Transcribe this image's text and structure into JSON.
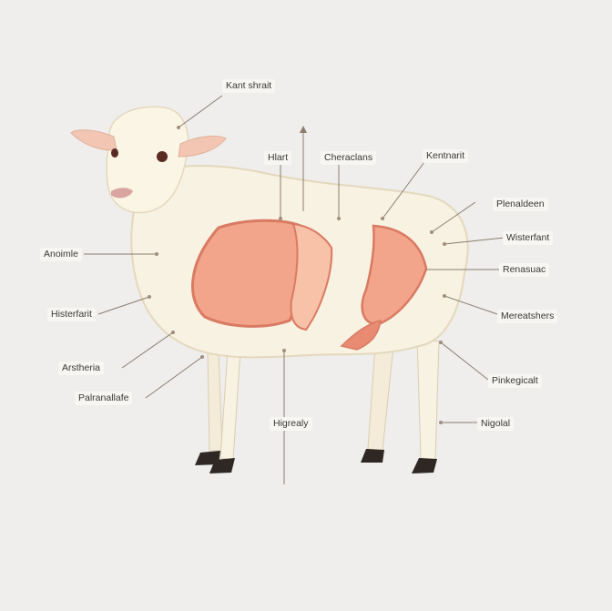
{
  "callouts": [
    {
      "id": "kant-shrait",
      "text": "Kant shrait"
    },
    {
      "id": "hlart",
      "text": "Hlart"
    },
    {
      "id": "cheraclans",
      "text": "Cheraclans"
    },
    {
      "id": "kentnarit",
      "text": "Kentnarit"
    },
    {
      "id": "plenaldeen",
      "text": "Plenaldeen"
    },
    {
      "id": "wisterfant",
      "text": "Wisterfant"
    },
    {
      "id": "renasuac",
      "text": "Renasuac"
    },
    {
      "id": "mereatshers",
      "text": "Mereatshers"
    },
    {
      "id": "pinkegicalt",
      "text": "Pinkegicalt"
    },
    {
      "id": "nigolal",
      "text": "Nigolal"
    },
    {
      "id": "higrealy",
      "text": "Higrealy"
    },
    {
      "id": "anoimle",
      "text": "Anoimle"
    },
    {
      "id": "histerfarit",
      "text": "Histerfarit"
    },
    {
      "id": "arsthera",
      "text": "Arstheria"
    },
    {
      "id": "palranallafe",
      "text": "Palranallafe"
    }
  ],
  "colors": {
    "background": "#efeeec",
    "wool": "#f8f2e2",
    "wool_shadow": "#e8dcc2",
    "meat_main": "#f2a58a",
    "meat_dark": "#d97a62",
    "meat_light": "#f7c2a8",
    "leader_line": "#8a7d70",
    "hoof": "#2e2724"
  }
}
